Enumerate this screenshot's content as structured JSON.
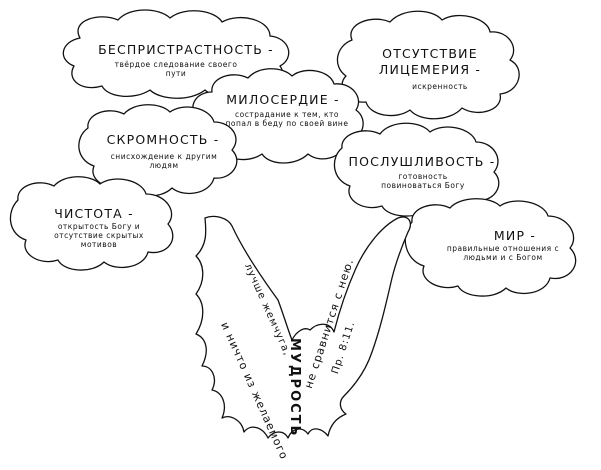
{
  "colors": {
    "ink": "#111111",
    "background": "#ffffff"
  },
  "clouds": [
    {
      "id": "impartiality",
      "title": "БЕСПРИСТРАСТНОСТЬ -",
      "desc": "твёрдое следование своего пути"
    },
    {
      "id": "no-hypocrisy",
      "title": "ОТСУТСТВИЕ ЛИЦЕМЕРИЯ -",
      "desc": "искренность"
    },
    {
      "id": "mercy",
      "title": "МИЛОСЕРДИЕ -",
      "desc": "сострадание к тем, кто попал в беду по своей вине"
    },
    {
      "id": "modesty",
      "title": "СКРОМНОСТЬ -",
      "desc": "снисхождение к другим людям"
    },
    {
      "id": "obedience",
      "title": "ПОСЛУШЛИВОСТЬ -",
      "desc": "готовность повиноваться Богу"
    },
    {
      "id": "purity",
      "title": "ЧИСТОТА -",
      "desc": "открытость Богу и отсутствие скрытых мотивов"
    },
    {
      "id": "peace",
      "title": "МИР -",
      "desc": "правильные отношения с людьми и с Богом"
    }
  ],
  "dove": {
    "title": "МУДРОСТЬ",
    "left_wing": "и ничто из желаемого",
    "left_inner": "лучше жемчуга,",
    "right_wing": "не сравнится с нею.",
    "reference": "Пр. 8:11."
  }
}
